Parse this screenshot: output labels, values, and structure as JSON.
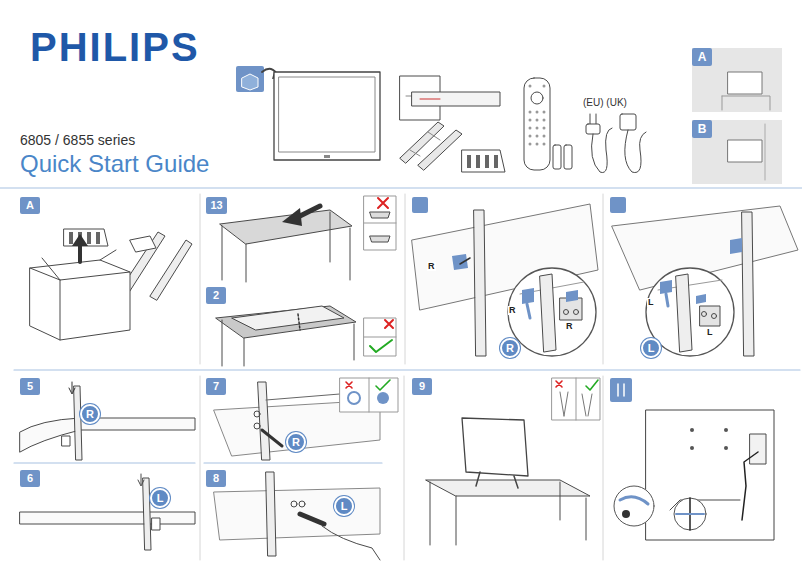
{
  "diagram": {
    "title": "Quick Start Guide",
    "nodes": [
      {
        "text": [
          "A"
        ]
      },
      {
        "text": [
          "B"
        ]
      },
      {
        "text": [
          "A"
        ]
      },
      {
        "text": [
          "13"
        ]
      },
      {
        "text": [
          "2"
        ]
      },
      {
        "text": [
          "R"
        ]
      },
      {
        "text": [
          "L"
        ]
      },
      {
        "text": [
          "5"
        ]
      },
      {
        "text": [
          "R"
        ]
      },
      {
        "text": [
          "7"
        ]
      },
      {
        "text": [
          "R"
        ]
      },
      {
        "text": [
          "9"
        ]
      },
      {
        "text": [
          "6"
        ]
      },
      {
        "text": [
          "L"
        ]
      },
      {
        "text": [
          "8"
        ]
      },
      {
        "text": [
          "L"
        ]
      }
    ],
    "labels": [
      "PHILIPS",
      "6805 / 6855 series",
      "(EU) (UK)",
      "R",
      "R",
      "R",
      "L",
      "L"
    ]
  }
}
